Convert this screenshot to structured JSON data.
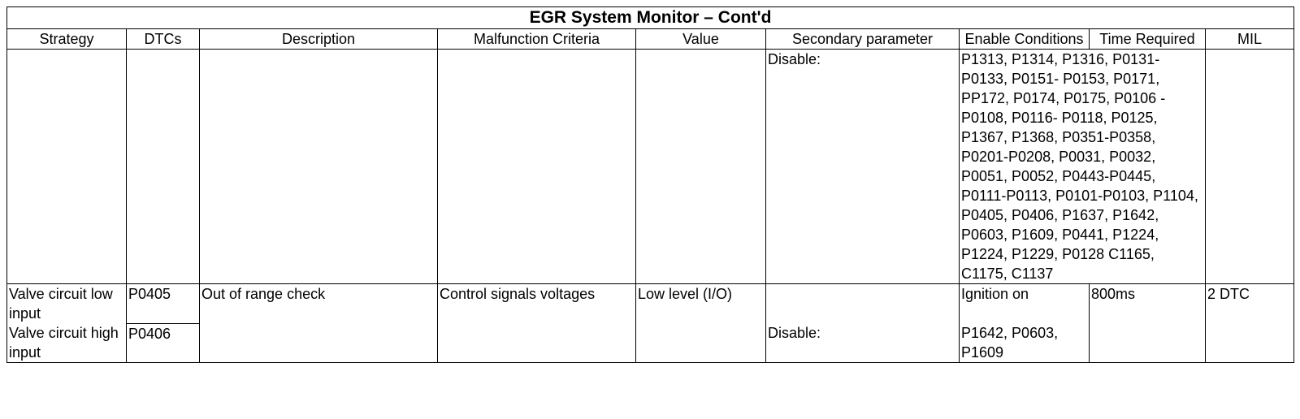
{
  "title": "EGR System Monitor – Cont'd",
  "headers": {
    "strategy": "Strategy",
    "dtcs": "DTCs",
    "description": "Description",
    "malfunction": "Malfunction Criteria",
    "value": "Value",
    "secondary": "Secondary parameter",
    "enable": "Enable Conditions",
    "time": "Time Required",
    "mil": "MIL"
  },
  "row1": {
    "secondary": "Disable:",
    "enable": "P1313, P1314, P1316, P0131-P0133, P0151- P0153, P0171, PP172, P0174, P0175, P0106 -P0108, P0116- P0118, P0125, P1367, P1368, P0351-P0358, P0201-P0208, P0031, P0032, P0051, P0052, P0443-P0445, P0111-P0113, P0101-P0103, P1104, P0405, P0406, P1637, P1642, P0603, P1609, P0441, P1224, P1224, P1229, P0128 C1165, C1175, C1137"
  },
  "row2": {
    "strategy": "Valve circuit low input",
    "dtc": "P0405",
    "description": "Out of range check",
    "malfunction": "Control signals voltages",
    "value": "Low level (I/O)",
    "secondary": "",
    "enable": "Ignition on",
    "time": "800ms",
    "mil": "2 DTC"
  },
  "row3": {
    "strategy": "Valve circuit high input",
    "dtc": "P0406",
    "secondary": "Disable:",
    "enable": "P1642, P0603, P1609"
  }
}
